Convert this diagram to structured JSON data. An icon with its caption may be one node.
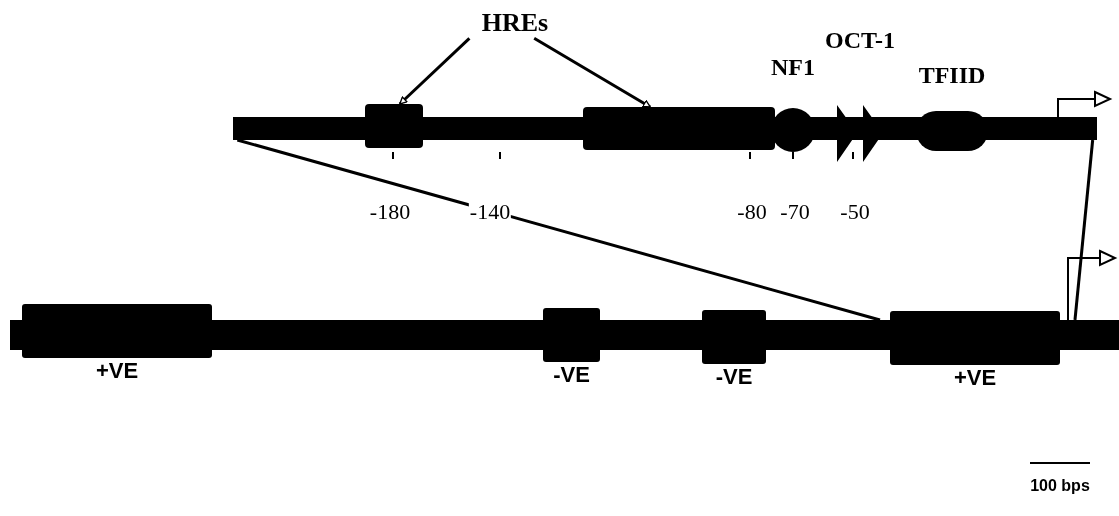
{
  "diagram": {
    "nodes": [
      {
        "text": [
          "HREs"
        ]
      },
      {
        "text": [
          "OCT-1"
        ]
      },
      {
        "text": [
          "NF1"
        ]
      },
      {
        "text": [
          "TFIID"
        ]
      },
      {
        "text": [],
        "shape": "bar"
      },
      {
        "text": [],
        "shape": "box"
      },
      {
        "text": [],
        "shape": "box"
      },
      {
        "text": [],
        "shape": "bar"
      },
      {
        "text": [
          "+VE"
        ]
      },
      {
        "text": [
          "-VE"
        ]
      },
      {
        "text": [
          "-VE"
        ]
      },
      {
        "text": [
          "+VE"
        ]
      }
    ],
    "edges": [
      {
        "from": 0,
        "to": 5,
        "arrow": "to"
      },
      {
        "from": 0,
        "to": 6,
        "arrow": "to"
      },
      {
        "from": 4,
        "to": 7,
        "arrow": "none"
      },
      {
        "from": 4,
        "to": 7,
        "arrow": "none"
      }
    ],
    "labels": [
      "-180",
      "-140",
      "-80",
      "-70",
      "-50",
      "100 bps"
    ]
  }
}
